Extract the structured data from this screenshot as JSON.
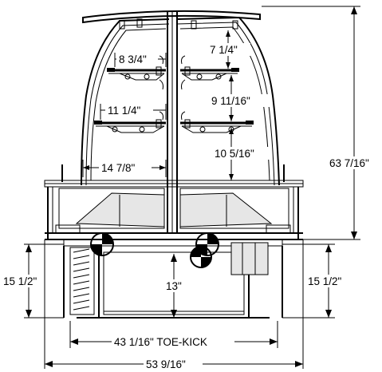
{
  "dimensions": {
    "shelf_top_width": "8 3/4\"",
    "shelf_mid_width": "11 1/4\"",
    "shelf_low_width": "14 7/8\"",
    "shelf_spacing_top": "7 1/4\"",
    "shelf_spacing_mid": "9 11/16\"",
    "shelf_spacing_low": "10 5/16\"",
    "overall_height": "63 7/16\"",
    "base_height_left": "15 1/2\"",
    "base_height_right": "15 1/2\"",
    "toe_kick_height": "13\"",
    "toe_kick_width": "43 1/16\" TOE-KICK",
    "overall_width": "53 9/16\""
  }
}
